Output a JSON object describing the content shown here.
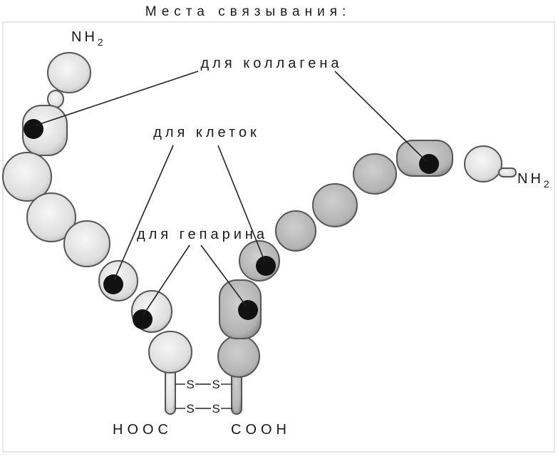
{
  "title": "Места связывания:",
  "labels": {
    "collagen": "для коллагена",
    "cells": "для клеток",
    "heparin": "для гепарина"
  },
  "terminals": {
    "left_nh2": "NH",
    "right_nh2": "NH",
    "sub": "2",
    "hooc": "HOOC",
    "cooh": "COOH"
  },
  "bonds": {
    "s": "S"
  },
  "colors": {
    "bead_light": "#e4e4e4",
    "bead_dark": "#b8b8b8",
    "binding_site": "#111111",
    "line": "#222222"
  }
}
